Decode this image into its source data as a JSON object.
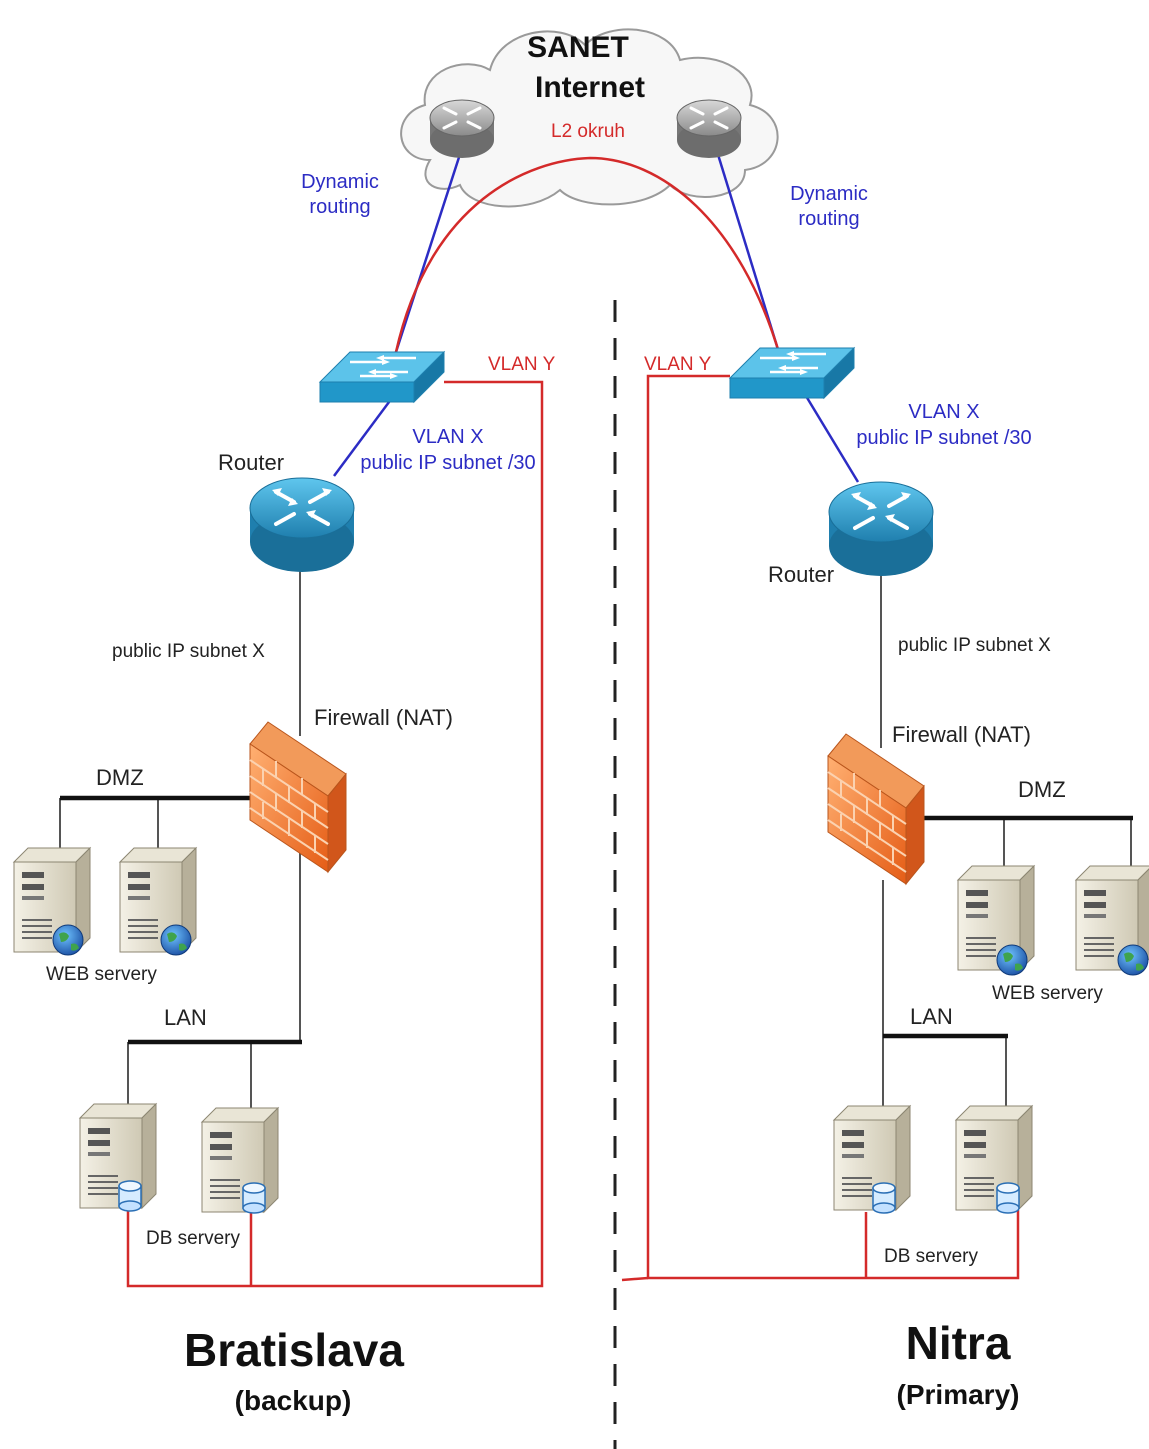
{
  "cloud": {
    "line1": "SANET",
    "line2": "Internet",
    "link_label": "L2 okruh"
  },
  "labels": {
    "dynamic_routing_left_1": "Dynamic",
    "dynamic_routing_left_2": "routing",
    "dynamic_routing_right_1": "Dynamic",
    "dynamic_routing_right_2": "routing",
    "vlan_y_left": "VLAN Y",
    "vlan_y_right": "VLAN Y",
    "vlan_x_left_1": "VLAN X",
    "vlan_x_left_2": "public IP subnet /30",
    "vlan_x_right_1": "VLAN X",
    "vlan_x_right_2": "public IP subnet /30",
    "router_left": "Router",
    "router_right": "Router",
    "public_subnet_left": "public IP subnet X",
    "public_subnet_right": "public IP subnet X",
    "firewall_left": "Firewall (NAT)",
    "firewall_right": "Firewall (NAT)",
    "dmz_left": "DMZ",
    "dmz_right": "DMZ",
    "web_left": "WEB servery",
    "web_right": "WEB servery",
    "lan_left": "LAN",
    "lan_right": "LAN",
    "db_left": "DB servery",
    "db_right": "DB servery"
  },
  "sites": {
    "left": {
      "city": "Bratislava",
      "role": "(backup)"
    },
    "right": {
      "city": "Nitra",
      "role": "(Primary)"
    }
  },
  "colors": {
    "blue_link": "#2c2cc4",
    "red_link": "#d42a2a",
    "switch": "#2aa7d9",
    "router": "#2d9bc8",
    "firewall": "#f07a2a"
  }
}
